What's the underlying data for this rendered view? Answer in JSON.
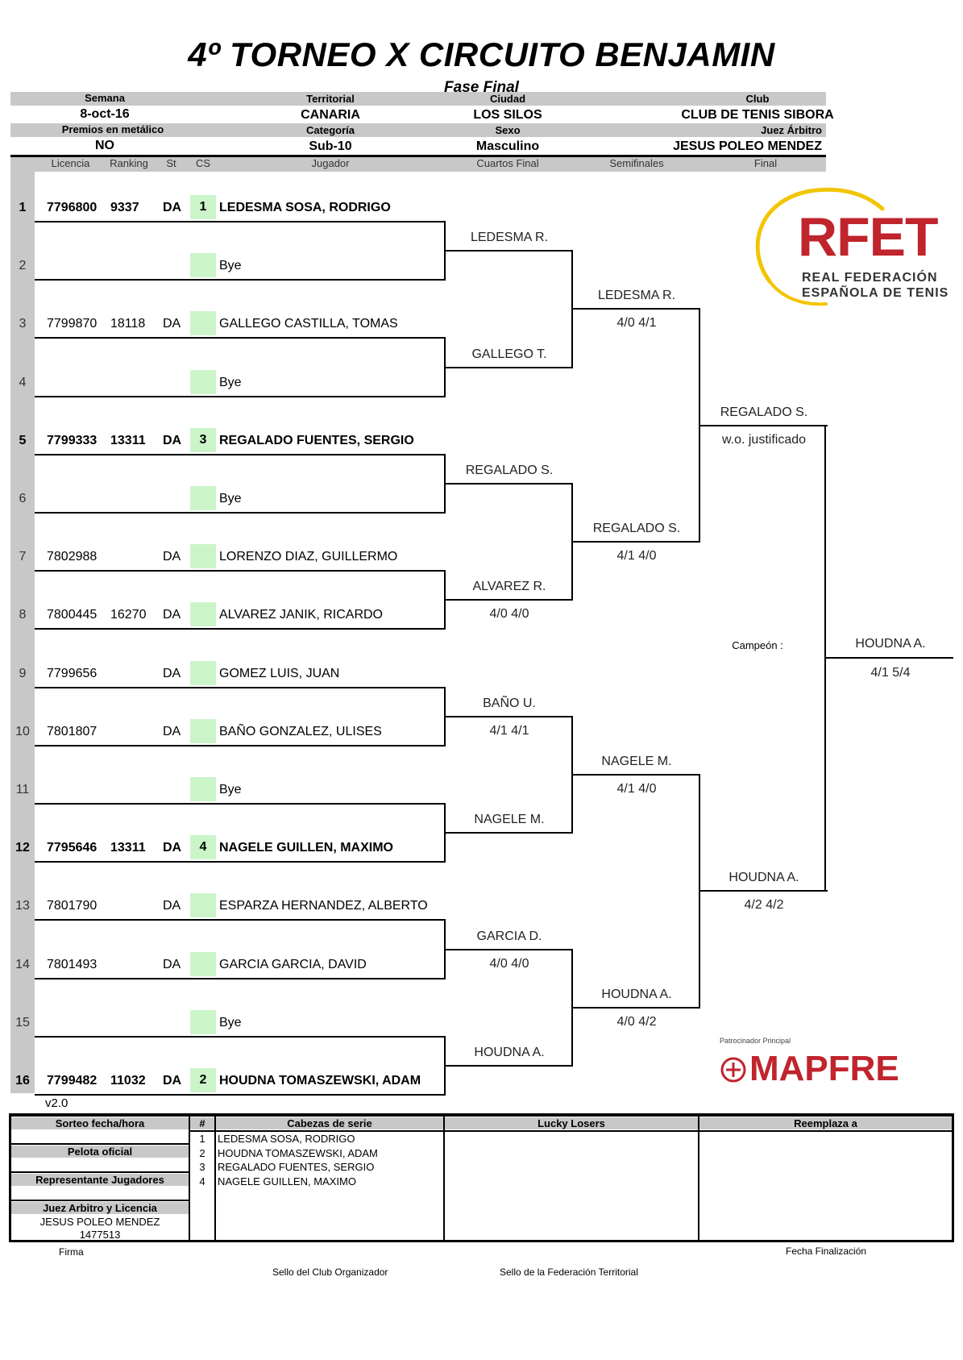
{
  "header": {
    "title": "4º TORNEO X CIRCUITO BENJAMIN",
    "subtitle": "Fase Final",
    "row1_labels": [
      "Semana",
      "Territorial",
      "Ciudad",
      "Club"
    ],
    "row1_values": [
      "8-oct-16",
      "CANARIA",
      "LOS SILOS",
      "CLUB DE TENIS SIBORA"
    ],
    "row2_labels": [
      "Premios en metálico",
      "Categoría",
      "Sexo",
      "Juez Árbitro"
    ],
    "row2_values": [
      "NO",
      "Sub-10",
      "Masculino",
      "JESUS POLEO MENDEZ"
    ],
    "columns": [
      "Licencia",
      "Ranking",
      "St",
      "CS",
      "Jugador",
      "Cuartos Final",
      "Semifinales",
      "Final"
    ]
  },
  "players": [
    {
      "num": "1",
      "licencia": "7796800",
      "ranking": "9337",
      "st": "DA",
      "cs": "1",
      "name": "LEDESMA SOSA, RODRIGO",
      "bold": true
    },
    {
      "num": "2",
      "licencia": "",
      "ranking": "",
      "st": "",
      "cs": "",
      "name": "Bye",
      "bold": false
    },
    {
      "num": "3",
      "licencia": "7799870",
      "ranking": "18118",
      "st": "DA",
      "cs": "",
      "name": "GALLEGO CASTILLA, TOMAS",
      "bold": false
    },
    {
      "num": "4",
      "licencia": "",
      "ranking": "",
      "st": "",
      "cs": "",
      "name": "Bye",
      "bold": false
    },
    {
      "num": "5",
      "licencia": "7799333",
      "ranking": "13311",
      "st": "DA",
      "cs": "3",
      "name": "REGALADO FUENTES, SERGIO",
      "bold": true
    },
    {
      "num": "6",
      "licencia": "",
      "ranking": "",
      "st": "",
      "cs": "",
      "name": "Bye",
      "bold": false
    },
    {
      "num": "7",
      "licencia": "7802988",
      "ranking": "",
      "st": "DA",
      "cs": "",
      "name": "LORENZO DIAZ, GUILLERMO",
      "bold": false
    },
    {
      "num": "8",
      "licencia": "7800445",
      "ranking": "16270",
      "st": "DA",
      "cs": "",
      "name": "ALVAREZ JANIK, RICARDO",
      "bold": false
    },
    {
      "num": "9",
      "licencia": "7799656",
      "ranking": "",
      "st": "DA",
      "cs": "",
      "name": "GOMEZ LUIS, JUAN",
      "bold": false
    },
    {
      "num": "10",
      "licencia": "7801807",
      "ranking": "",
      "st": "DA",
      "cs": "",
      "name": "BAÑO GONZALEZ, ULISES",
      "bold": false
    },
    {
      "num": "11",
      "licencia": "",
      "ranking": "",
      "st": "",
      "cs": "",
      "name": "Bye",
      "bold": false
    },
    {
      "num": "12",
      "licencia": "7795646",
      "ranking": "13311",
      "st": "DA",
      "cs": "4",
      "name": "NAGELE GUILLEN, MAXIMO",
      "bold": true
    },
    {
      "num": "13",
      "licencia": "7801790",
      "ranking": "",
      "st": "DA",
      "cs": "",
      "name": "ESPARZA HERNANDEZ, ALBERTO",
      "bold": false
    },
    {
      "num": "14",
      "licencia": "7801493",
      "ranking": "",
      "st": "DA",
      "cs": "",
      "name": "GARCIA GARCIA, DAVID",
      "bold": false
    },
    {
      "num": "15",
      "licencia": "",
      "ranking": "",
      "st": "",
      "cs": "",
      "name": "Bye",
      "bold": false
    },
    {
      "num": "16",
      "licencia": "7799482",
      "ranking": "11032",
      "st": "DA",
      "cs": "2",
      "name": "HOUDNA TOMASZEWSKI, ADAM",
      "bold": true
    }
  ],
  "quarterfinals": [
    {
      "winner": "LEDESMA R.",
      "score": ""
    },
    {
      "winner": "GALLEGO T.",
      "score": ""
    },
    {
      "winner": "REGALADO S.",
      "score": ""
    },
    {
      "winner": "ALVAREZ R.",
      "score": "4/0 4/0"
    },
    {
      "winner": "BAÑO U.",
      "score": "4/1 4/1"
    },
    {
      "winner": "NAGELE M.",
      "score": ""
    },
    {
      "winner": "GARCIA D.",
      "score": "4/0 4/0"
    },
    {
      "winner": "HOUDNA A.",
      "score": ""
    }
  ],
  "semifinals": [
    {
      "winner": "LEDESMA R.",
      "score": "4/0 4/1"
    },
    {
      "winner": "REGALADO S.",
      "score": "4/1 4/0"
    },
    {
      "winner": "NAGELE M.",
      "score": "4/1 4/0"
    },
    {
      "winner": "HOUDNA A.",
      "score": "4/0 4/2"
    }
  ],
  "finals": [
    {
      "winner": "REGALADO S.",
      "score": "w.o. justificado"
    },
    {
      "winner": "HOUDNA A.",
      "score": "4/2 4/2"
    }
  ],
  "champion": {
    "label": "Campeón :",
    "winner": "HOUDNA A.",
    "score": "4/1 5/4"
  },
  "logo": {
    "initials": "RFET",
    "line1": "REAL FEDERACIÓN",
    "line2": "ESPAÑOLA DE TENIS",
    "color": "#c0242c",
    "arc_color": "#f2c500"
  },
  "sponsor": {
    "label": "Patrocinador Principal",
    "name": "MAPFRE",
    "color": "#c0242c"
  },
  "version": "v2.0",
  "footer": {
    "sorteo_label": "Sorteo fecha/hora",
    "pelota_label": "Pelota oficial",
    "representante_label": "Representante Jugadores",
    "juez_label": "Juez Arbitro y Licencia",
    "juez_name": "JESUS POLEO MENDEZ",
    "juez_licencia": "1477513",
    "seeds_num_label": "#",
    "seeds_label": "Cabezas  de serie",
    "seeds": [
      {
        "n": "1",
        "name": "LEDESMA SOSA, RODRIGO"
      },
      {
        "n": "2",
        "name": "HOUDNA TOMASZEWSKI, ADAM"
      },
      {
        "n": "3",
        "name": "REGALADO FUENTES, SERGIO"
      },
      {
        "n": "4",
        "name": "NAGELE GUILLEN, MAXIMO"
      }
    ],
    "lucky_label": "Lucky Losers",
    "reemplaza_label": "Reemplaza a",
    "firma": "Firma",
    "fecha_fin": "Fecha Finalización",
    "sello_club": "Sello del Club Organizador",
    "sello_fed": "Sello de la Federación Territorial"
  }
}
